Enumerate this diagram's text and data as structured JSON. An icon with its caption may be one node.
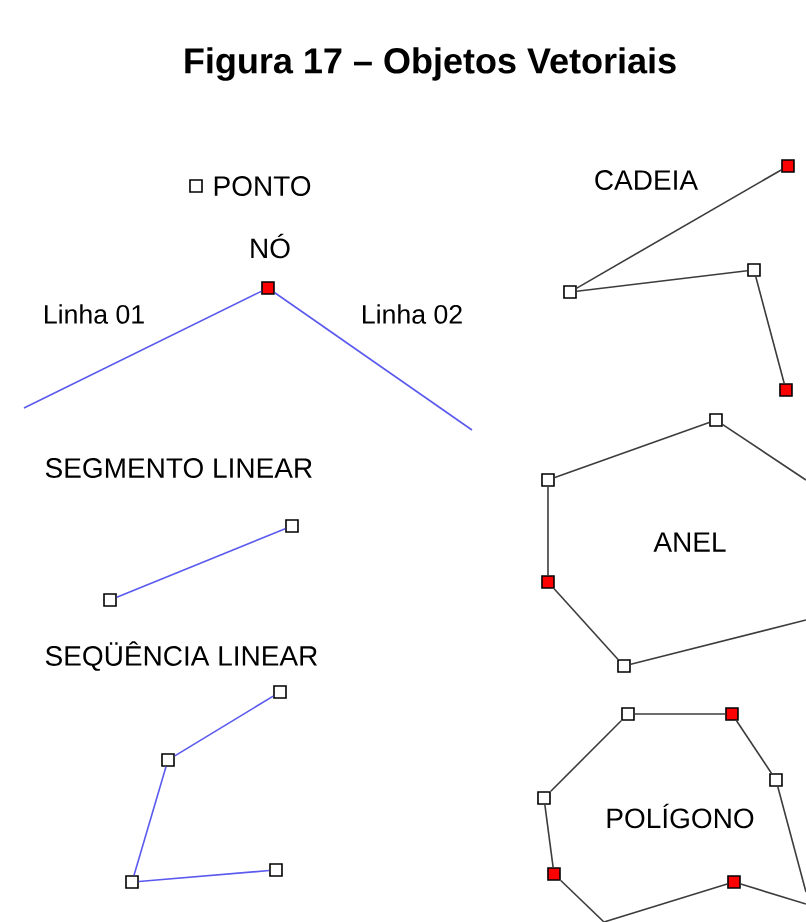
{
  "diagram": {
    "title": "Figura 17 – Objetos Vetoriais",
    "nodes": [
      {
        "text": [],
        "shape": "box",
        "beside": [
          "PONTO"
        ]
      },
      {
        "text": [],
        "shape": "box",
        "beside": [
          "NÓ"
        ]
      },
      {
        "text": [],
        "shape": "box"
      },
      {
        "text": [],
        "shape": "box"
      },
      {
        "text": [],
        "shape": "box"
      },
      {
        "text": [],
        "shape": "box"
      },
      {
        "text": [],
        "shape": "box"
      },
      {
        "text": [],
        "shape": "box"
      },
      {
        "text": [],
        "shape": "box"
      },
      {
        "text": [],
        "shape": "box"
      },
      {
        "text": [],
        "shape": "box"
      },
      {
        "text": [],
        "shape": "box"
      },
      {
        "text": [],
        "shape": "box"
      },
      {
        "text": [],
        "shape": "box"
      },
      {
        "text": [],
        "shape": "box"
      },
      {
        "text": [],
        "shape": "box"
      },
      {
        "text": [],
        "shape": "box"
      },
      {
        "text": [],
        "shape": "box"
      },
      {
        "text": [],
        "shape": "box"
      },
      {
        "text": [],
        "shape": "box"
      },
      {
        "text": [],
        "shape": "box"
      },
      {
        "text": [],
        "shape": "box"
      }
    ],
    "edges": [
      {
        "from": 1,
        "to": null,
        "arrow": "none",
        "label": "Linha 01",
        "color": "#5a5aee"
      },
      {
        "from": 1,
        "to": null,
        "arrow": "none",
        "label": "Linha 02",
        "color": "#5a5aee"
      },
      {
        "from": 2,
        "to": 3,
        "arrow": "none",
        "color": "#5a5aee"
      },
      {
        "from": 4,
        "to": 5,
        "arrow": "none",
        "color": "#5a5aee"
      },
      {
        "from": 5,
        "to": 6,
        "arrow": "none",
        "color": "#5a5aee"
      },
      {
        "from": 6,
        "to": 7,
        "arrow": "none",
        "color": "#5a5aee"
      },
      {
        "from": 8,
        "to": 10,
        "arrow": "none"
      },
      {
        "from": 10,
        "to": 9,
        "arrow": "none"
      },
      {
        "from": 9,
        "to": 11,
        "arrow": "none"
      },
      {
        "from": 12,
        "to": 13,
        "arrow": "none"
      },
      {
        "from": 13,
        "to": 14,
        "arrow": "none"
      },
      {
        "from": 14,
        "to": 15,
        "arrow": "none"
      },
      {
        "from": 12,
        "to": null,
        "arrow": "none"
      },
      {
        "from": 15,
        "to": null,
        "arrow": "none"
      },
      {
        "from": 16,
        "to": 17,
        "arrow": "none"
      },
      {
        "from": 17,
        "to": 18,
        "arrow": "none"
      },
      {
        "from": 18,
        "to": null,
        "arrow": "none"
      },
      {
        "from": 16,
        "to": 19,
        "arrow": "none"
      },
      {
        "from": 19,
        "to": 20,
        "arrow": "none"
      },
      {
        "from": 20,
        "to": null,
        "arrow": "none"
      },
      {
        "from": 21,
        "to": null,
        "arrow": "none"
      },
      {
        "from": 21,
        "to": null,
        "arrow": "none"
      }
    ],
    "labels": [
      "SEGMENTO LINEAR",
      "SEQÜÊNCIA LINEAR",
      "CADEIA",
      "ANEL",
      "POLÍGONO"
    ]
  }
}
